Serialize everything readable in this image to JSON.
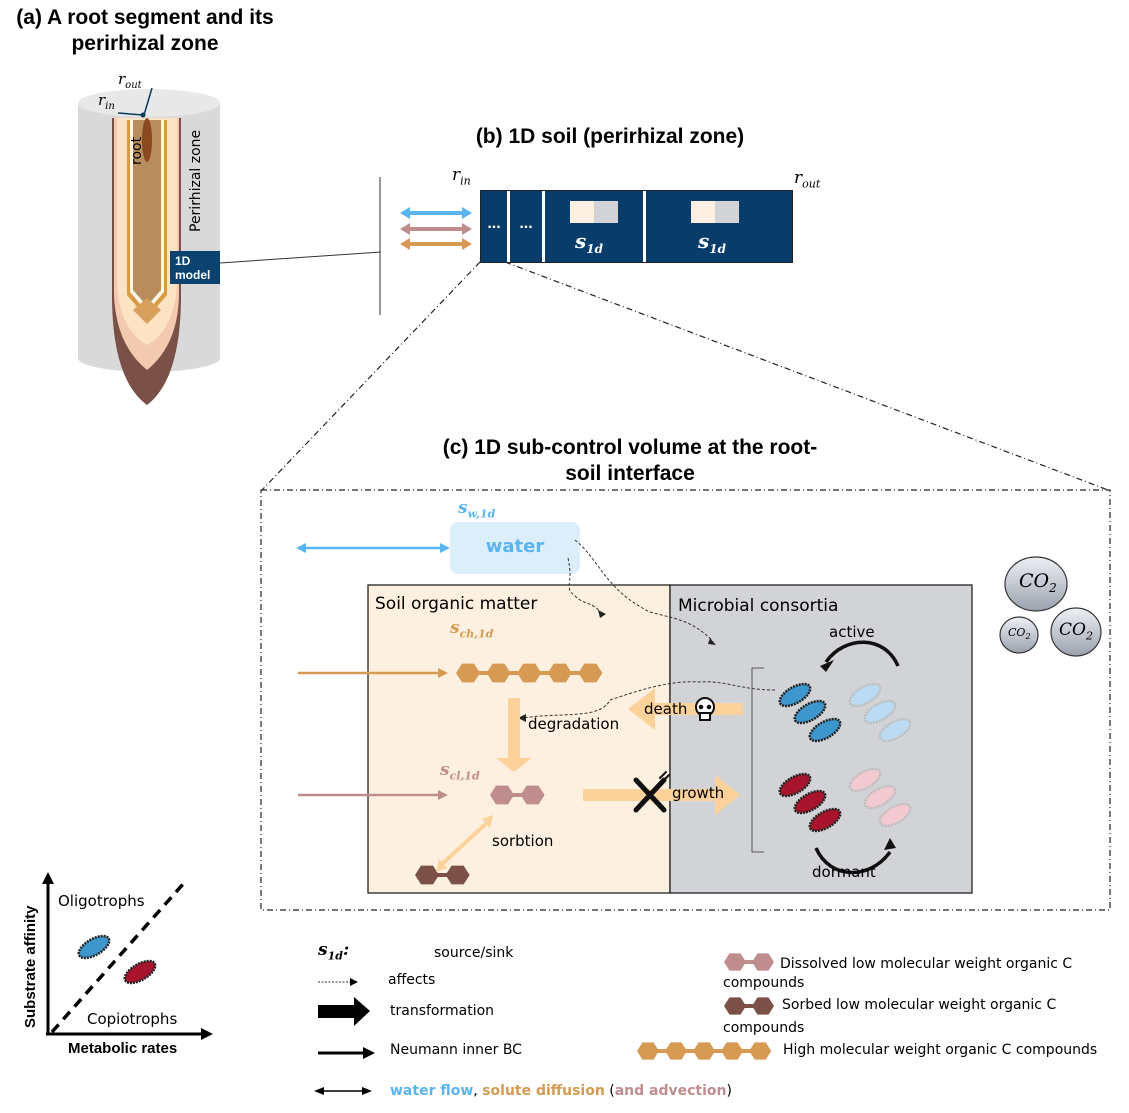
{
  "panel_a": {
    "title_line1": "(a) A root segment and its",
    "title_line2": "perirhizal zone",
    "r_out": "out",
    "r_in": "in",
    "root_label": "root",
    "zone_label": "Perirhizal zone",
    "model_line1": "1D",
    "model_line2": "model"
  },
  "panel_b": {
    "title": "(b) 1D soil (perirhizal zone)",
    "r_in_sub": "in",
    "r_out_sub": "out",
    "cells": [
      "...",
      "...",
      "S1d",
      "S1d"
    ],
    "cell_s_label": "s",
    "cell_s_sub": "1d"
  },
  "panel_c": {
    "title_line1": "(c) 1D sub-control volume at the root-",
    "title_line2": "soil interface",
    "water_label": "water",
    "sw_main": "s",
    "sw_sub": "w,1d",
    "som_label": "Soil organic matter",
    "mc_label": "Microbial consortia",
    "sch_main": "s",
    "sch_sub": "ch,1d",
    "scl_main": "s",
    "scl_sub": "cl,1d",
    "degradation": "degradation",
    "sorbtion": "sorbtion",
    "death": "death",
    "growth": "growth",
    "active": "active",
    "dormant": "dormant",
    "co2": [
      "CO",
      "CO",
      "CO"
    ],
    "co2_sub": "2"
  },
  "inset": {
    "ylabel": "Substrate affinity",
    "xlabel": "Metabolic rates",
    "upper": "Oligotrophs",
    "lower": "Copiotrophs"
  },
  "legend": {
    "s1d_main": "s",
    "s1d_sub": "1d",
    "s1d_desc": "source/sink",
    "affects": "affects",
    "transformation": "transformation",
    "neumann": "Neumann inner BC",
    "water_flow": "water flow",
    "comma": ", ",
    "solute_diffusion": "solute diffusion",
    "paren_open": " (",
    "advection": "and advection",
    "paren_close": ")",
    "dissolved_line1": "Dissolved low molecular weight organic C",
    "dissolved_line2": "compounds",
    "sorbed_line1": "Sorbed low molecular weight organic C",
    "sorbed_line2": "compounds",
    "high": "High molecular weight organic C compounds"
  },
  "colors": {
    "navy": "#083d6b",
    "water": "#5ab4f0",
    "water_box": "#ddeefb",
    "solute": "#d69a52",
    "advection": "#bf8d8d",
    "sorbed": "#7a5047",
    "som_bg": "#fdf0e0",
    "mc_bg": "#d1d3d6",
    "transform": "#fcd29a",
    "oligo": "#3d96cc",
    "copio": "#a8142c"
  }
}
